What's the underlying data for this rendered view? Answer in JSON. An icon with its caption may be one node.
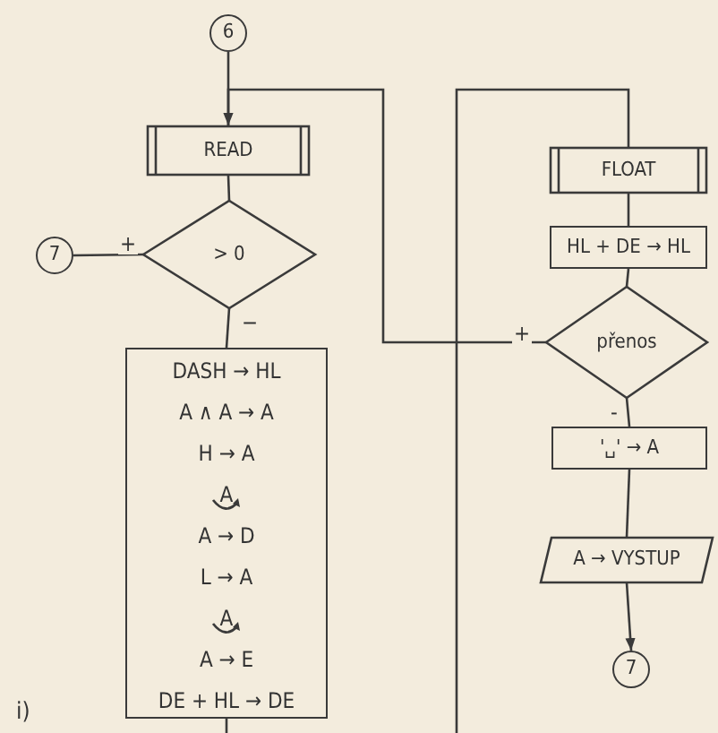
{
  "diagram": {
    "nodes": [
      {
        "text": [
          "6"
        ]
      },
      {
        "text": [
          "READ"
        ]
      },
      {
        "text": [
          "> 0"
        ]
      },
      {
        "text": [
          "7"
        ]
      },
      {
        "text": [
          "DASH → HL",
          "A ∧ A → A",
          "H → A",
          "A",
          "A → D",
          "L → A",
          "A",
          "A → E",
          "DE + HL → DE"
        ]
      },
      {
        "text": [
          "FLOAT"
        ]
      },
      {
        "text": [
          "HL + DE → HL"
        ]
      },
      {
        "text": [
          "přenos"
        ]
      },
      {
        "text": [
          "'␣' → A"
        ]
      },
      {
        "text": [
          "A → VYSTUP"
        ]
      },
      {
        "text": [
          "7"
        ]
      }
    ],
    "edges": [
      {
        "from": 0,
        "to": 1,
        "arrow": "none"
      },
      {
        "from": 7,
        "to": 1,
        "arrow": "to",
        "label": "+"
      },
      {
        "from": 1,
        "to": 2,
        "arrow": "none"
      },
      {
        "from": 2,
        "to": 3,
        "arrow": "none",
        "label": "+"
      },
      {
        "from": 2,
        "to": 4,
        "arrow": "none",
        "label": "−"
      },
      {
        "from": 4,
        "to": null,
        "arrow": "none"
      },
      {
        "from": null,
        "to": 5,
        "arrow": "none"
      },
      {
        "from": 5,
        "to": 6,
        "arrow": "none"
      },
      {
        "from": 6,
        "to": 7,
        "arrow": "none"
      },
      {
        "from": 7,
        "to": 8,
        "arrow": "none",
        "label": "-"
      },
      {
        "from": 8,
        "to": 9,
        "arrow": "none"
      },
      {
        "from": 9,
        "to": 10,
        "arrow": "to"
      }
    ],
    "labels": [
      "i)"
    ]
  }
}
